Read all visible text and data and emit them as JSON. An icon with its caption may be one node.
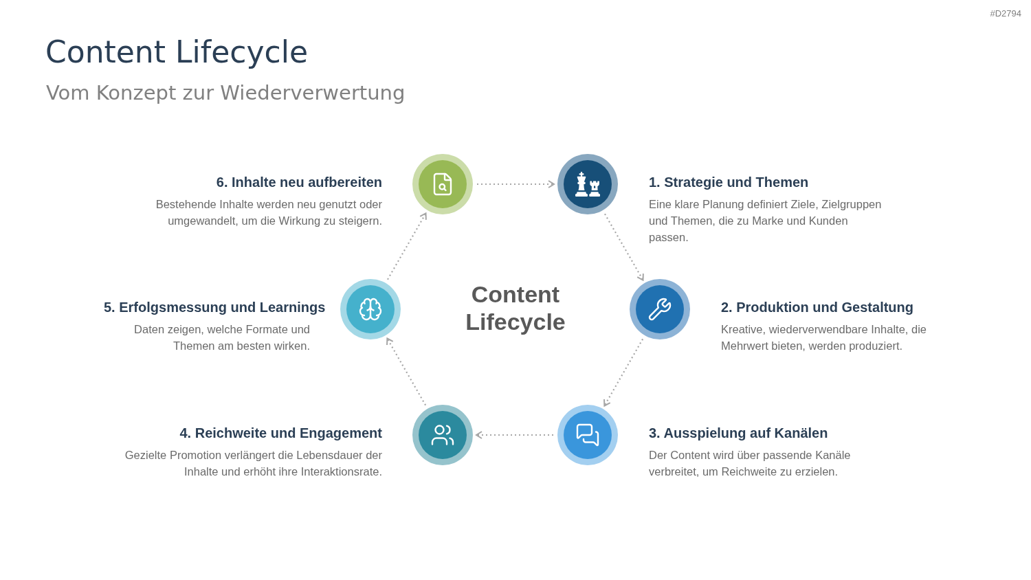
{
  "diagram": {
    "title": "Content Lifecycle",
    "caption": "Vom Konzept zur Wiederverwertung",
    "nodes": [
      {
        "text": [],
        "shape": "circle",
        "beside": [
          "1. Strategie und Themen",
          "Eine klare Planung definiert Ziele, Zielgruppen und Themen, die zu Marke und Kunden passen."
        ]
      },
      {
        "text": [],
        "shape": "circle",
        "beside": [
          "2. Produktion und Gestaltung",
          "Kreative, wiederverwendbare Inhalte, die Mehrwert bieten, werden produziert."
        ]
      },
      {
        "text": [],
        "shape": "circle",
        "beside": [
          "3. Ausspielung auf Kanälen",
          "Der Content wird über passende Kanäle verbreitet, um Reichweite zu erzielen."
        ]
      },
      {
        "text": [],
        "shape": "circle",
        "beside": [
          "4. Reichweite und Engagement",
          "Gezielte Promotion verlängert die Lebensdauer der Inhalte und erhöht ihre Interaktionsrate."
        ]
      },
      {
        "text": [],
        "shape": "circle",
        "beside": [
          "5. Erfolgsmessung und Learnings",
          "Daten zeigen, welche Formate und Themen am besten wirken."
        ]
      },
      {
        "text": [],
        "shape": "circle",
        "beside": [
          "6. Inhalte neu aufbereiten",
          "Bestehende Inhalte werden neu genutzt oder umgewandelt, um die Wirkung zu steigern."
        ]
      }
    ],
    "edges": [
      {
        "from": 0,
        "to": 1,
        "arrow": "to",
        "style": "dashed"
      },
      {
        "from": 1,
        "to": 2,
        "arrow": "to",
        "style": "dashed"
      },
      {
        "from": 2,
        "to": 3,
        "arrow": "to",
        "style": "dashed"
      },
      {
        "from": 3,
        "to": 4,
        "arrow": "to",
        "style": "dashed"
      },
      {
        "from": 4,
        "to": 5,
        "arrow": "to",
        "style": "dashed"
      },
      {
        "from": 5,
        "to": 0,
        "arrow": "to",
        "style": "dashed"
      }
    ],
    "labels": [
      "#D2794",
      "Content Lifecycle"
    ]
  }
}
